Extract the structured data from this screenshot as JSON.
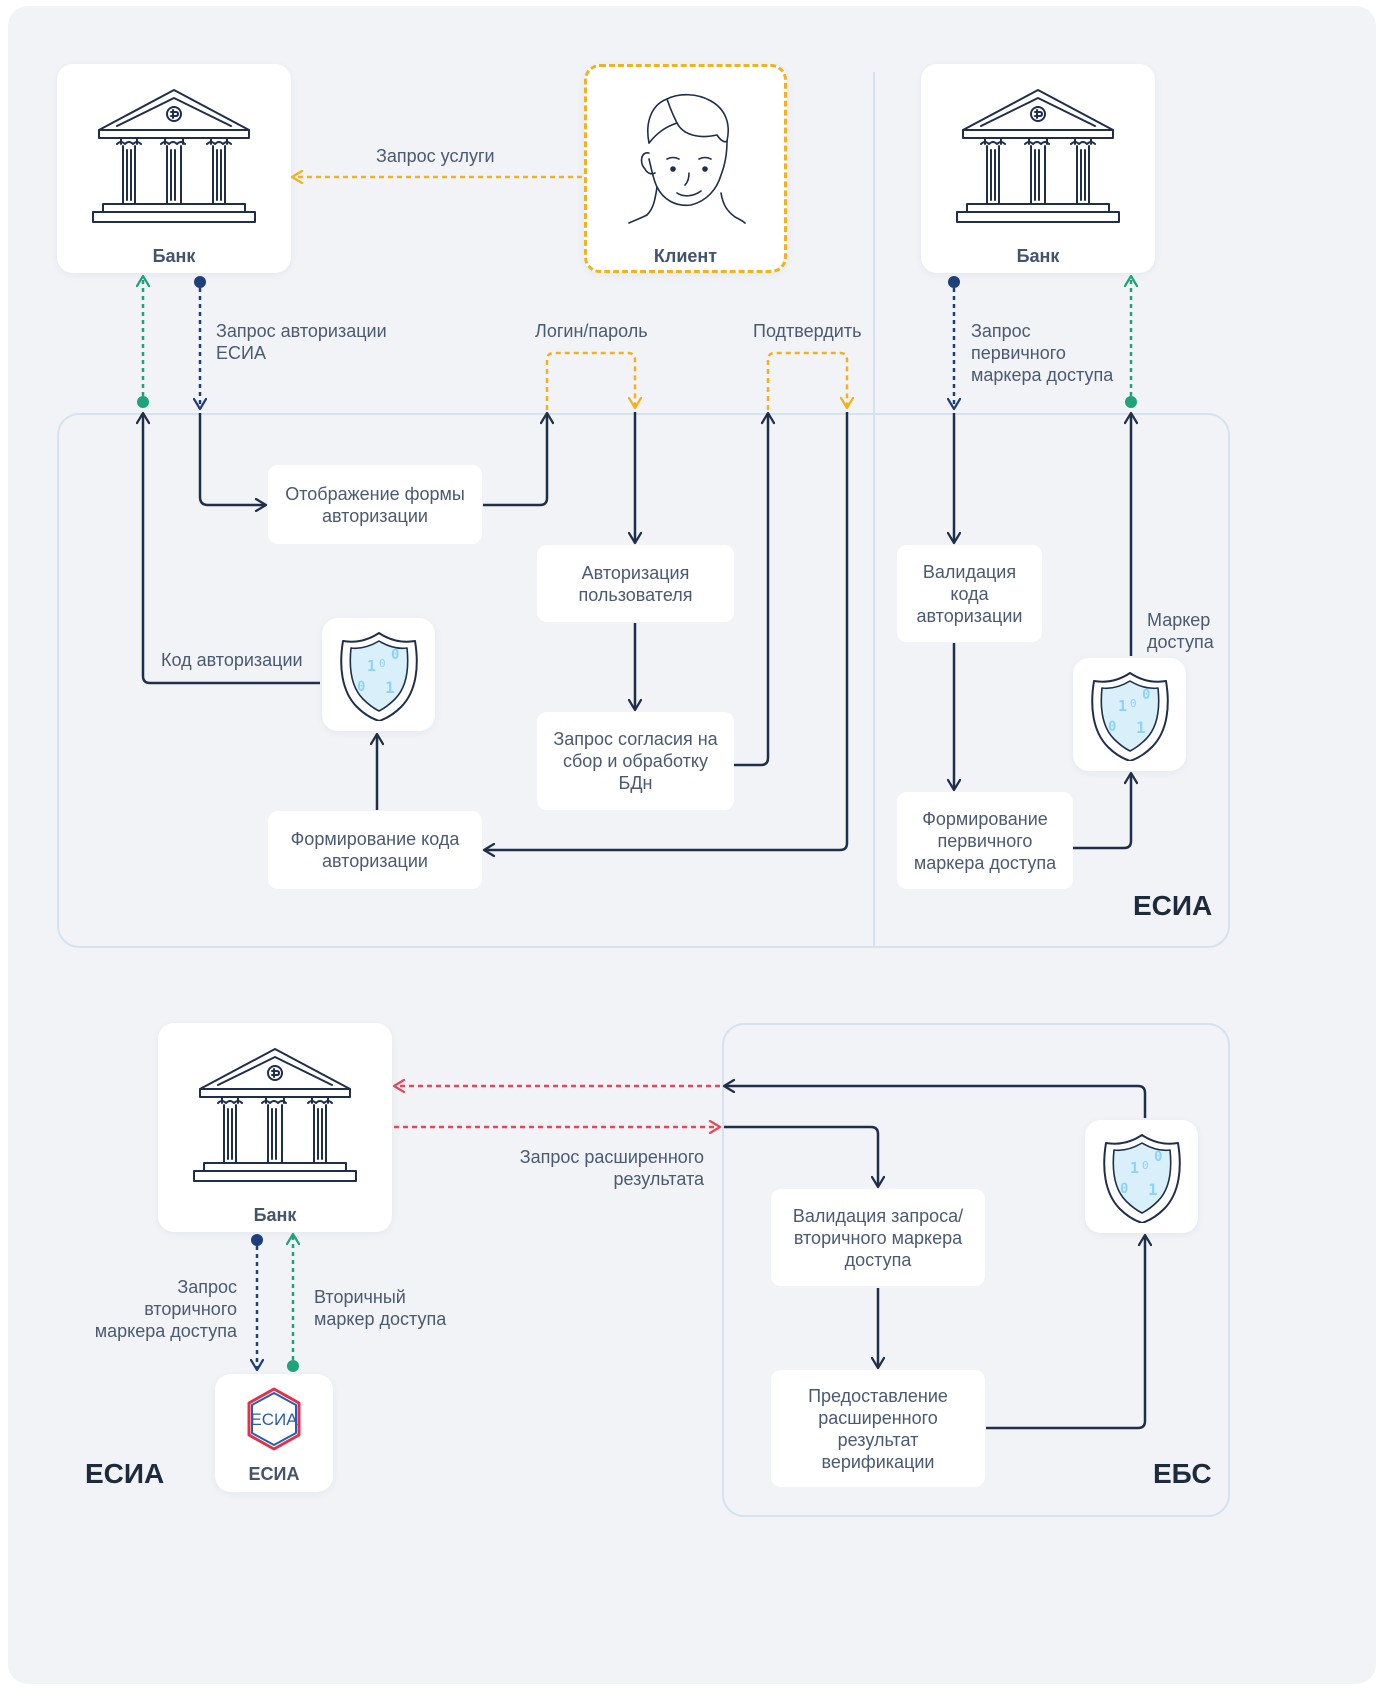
{
  "nodes": {
    "bank_top_left": "Банк",
    "client": "Клиент",
    "bank_top_right": "Банк",
    "bank_bottom": "Банк",
    "esia_logo_text": "ЕСИА",
    "esia_card_label": "ЕСИА"
  },
  "process": {
    "show_form": "Отображение формы\nавторизации",
    "user_auth": "Авторизация\nпользователя",
    "consent": "Запрос согласия на\nсбор и обработку\nБДн",
    "form_code": "Формирование кода\nавторизации",
    "validate_code": "Валидация\nкода\nавторизации",
    "form_primary": "Формирование\nпервичного\nмаркера доступа",
    "validate_request": "Валидация запроса/\nвторичного маркера\nдоступа",
    "provide_result": "Предоставление\nрасширенного\nрезультат\nверификации"
  },
  "labels": {
    "service_request": "Запрос услуги",
    "esia_auth_request": "Запрос авторизации\nЕСИА",
    "login_password": "Логин/пароль",
    "confirm": "Подтвердить",
    "primary_token_request": "Запрос\nпервичного\nмаркера доступа",
    "auth_code": "Код авторизации",
    "access_token": "Маркер\nдоступа",
    "extended_result_request": "Запрос расширенного\nрезультата",
    "secondary_token_request": "Запрос\nвторичного\nмаркера доступа",
    "secondary_token": "Вторичный\nмаркер доступа"
  },
  "regions": {
    "esia_top": "ЕСИА",
    "esia_bottom": "ЕСИА",
    "ebs": "ЕБС"
  },
  "icons": {
    "bank": "bank-building-icon",
    "client": "person-icon",
    "token": "shield-token-icon"
  },
  "colors": {
    "navy": "#1f2f4a",
    "dark_blue_dashed": "#1f3f7a",
    "green": "#1fa37a",
    "yellow": "#f2b11e",
    "red": "#e5485c",
    "region_border": "#d5e2ef"
  }
}
